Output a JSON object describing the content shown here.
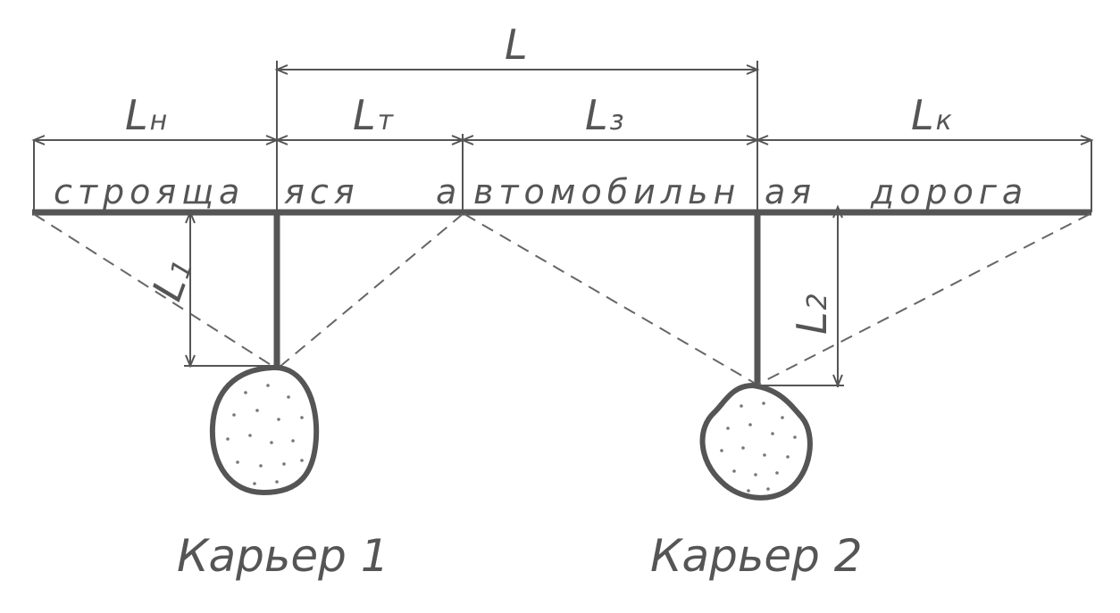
{
  "dimensions": {
    "L": "L",
    "Ln": {
      "main": "L",
      "sub": "н"
    },
    "Lt": {
      "main": "L",
      "sub": "т"
    },
    "Lz": {
      "main": "L",
      "sub": "з"
    },
    "Lk": {
      "main": "L",
      "sub": "к"
    },
    "L1": {
      "main": "L",
      "sub": "1"
    },
    "L2": {
      "main": "L",
      "sub": "2"
    }
  },
  "road_label": {
    "part1": "строяща",
    "part2": "яся",
    "part3": "а",
    "part4": "втомобильн",
    "part5": "ая",
    "part6": "дорога"
  },
  "quarries": [
    {
      "label": "Карьер 1"
    },
    {
      "label": "Карьер 2"
    }
  ],
  "colors": {
    "ink": "#555555"
  }
}
